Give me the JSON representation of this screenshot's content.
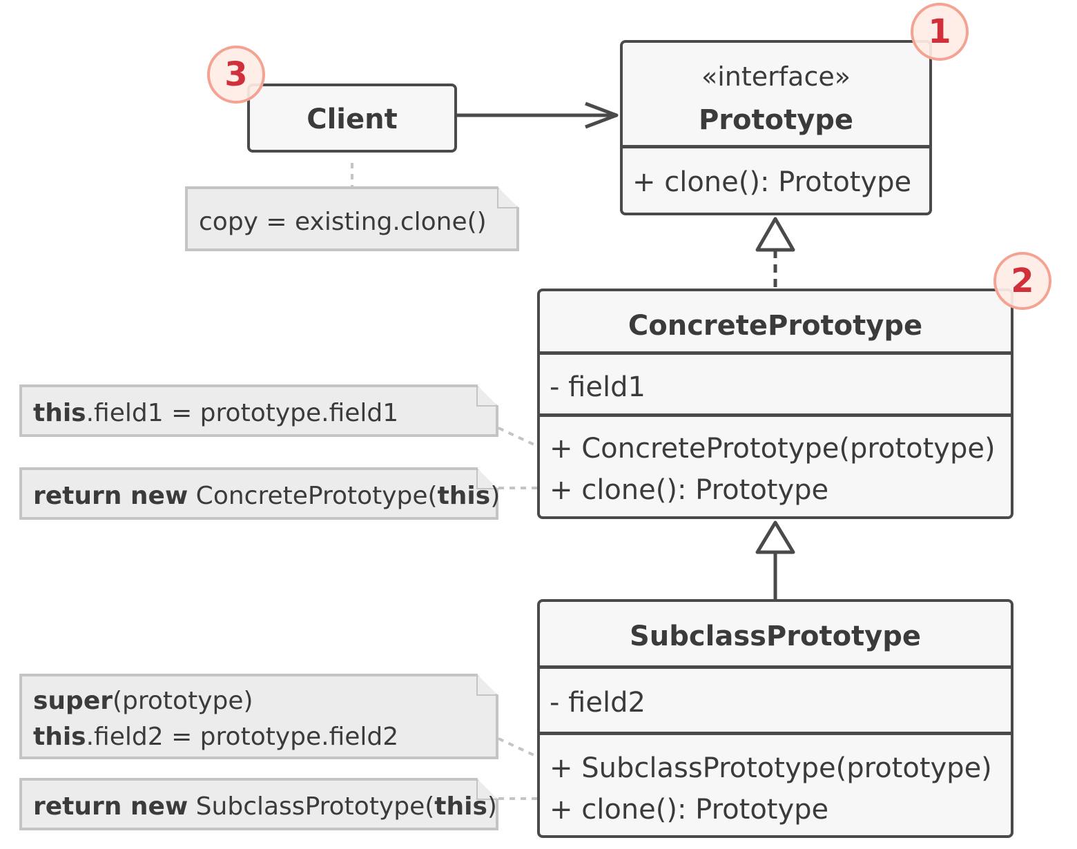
{
  "badges": {
    "prototype": "1",
    "concrete": "2",
    "client": "3"
  },
  "client": {
    "title": "Client"
  },
  "prototype": {
    "stereotype": "«interface»",
    "title": "Prototype",
    "method": "+ clone(): Prototype"
  },
  "concrete": {
    "title": "ConcretePrototype",
    "field": "- field1",
    "methods": [
      "+ ConcretePrototype(prototype)",
      "+ clone(): Prototype"
    ]
  },
  "subclass": {
    "title": "SubclassPrototype",
    "field": "- field2",
    "methods": [
      "+ SubclassPrototype(prototype)",
      "+ clone(): Prototype"
    ]
  },
  "notes": {
    "client_note": "copy = existing.clone()",
    "concrete_ctor": {
      "kw": "this",
      "rest": ".field1 = prototype.field1"
    },
    "concrete_clone": {
      "kw": "return new",
      "mid": " ConcretePrototype(",
      "kw2": "this",
      "end": ")"
    },
    "subclass_ctor_line1": {
      "kw": "super",
      "rest": "(prototype)"
    },
    "subclass_ctor_line2": {
      "kw": "this",
      "rest": ".field2 = prototype.field2"
    },
    "subclass_clone": {
      "kw": "return new",
      "mid": " SubclassPrototype(",
      "kw2": "this",
      "end": ")"
    }
  },
  "colors": {
    "stroke": "#4a4a4a",
    "box_fill": "#f7f7f7",
    "note_fill": "#ececec",
    "note_border": "#c4c4c4",
    "badge_border": "#f4a292",
    "badge_text": "#d0303a"
  }
}
